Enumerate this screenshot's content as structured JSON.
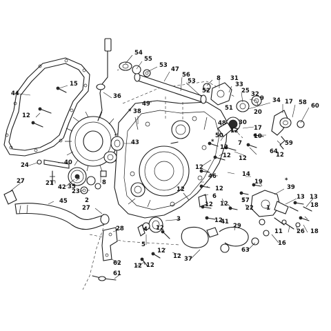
{
  "diagram": {
    "style": "exploded parts drawing",
    "line_color": "#1a1a1a",
    "background": "#ffffff",
    "callouts": [
      {
        "id": "c54",
        "label": "54"
      },
      {
        "id": "c55",
        "label": "55"
      },
      {
        "id": "c53a",
        "label": "53"
      },
      {
        "id": "c47",
        "label": "47"
      },
      {
        "id": "c56",
        "label": "56"
      },
      {
        "id": "c53b",
        "label": "53"
      },
      {
        "id": "c52",
        "label": "52"
      },
      {
        "id": "c8a",
        "label": "8"
      },
      {
        "id": "c31",
        "label": "31"
      },
      {
        "id": "c33",
        "label": "33"
      },
      {
        "id": "c51",
        "label": "51"
      },
      {
        "id": "c25",
        "label": "25"
      },
      {
        "id": "c32",
        "label": "32"
      },
      {
        "id": "c9",
        "label": "9"
      },
      {
        "id": "c34",
        "label": "34"
      },
      {
        "id": "c17a",
        "label": "17"
      },
      {
        "id": "c58",
        "label": "58"
      },
      {
        "id": "c60",
        "label": "60"
      },
      {
        "id": "c44",
        "label": "44"
      },
      {
        "id": "c15",
        "label": "15"
      },
      {
        "id": "c36",
        "label": "36"
      },
      {
        "id": "c38",
        "label": "38"
      },
      {
        "id": "c49",
        "label": "49"
      },
      {
        "id": "c12a",
        "label": "12"
      },
      {
        "id": "c30",
        "label": "30"
      },
      {
        "id": "c20",
        "label": "20"
      },
      {
        "id": "c17b",
        "label": "17"
      },
      {
        "id": "c10",
        "label": "10"
      },
      {
        "id": "c59",
        "label": "59"
      },
      {
        "id": "c48",
        "label": "48"
      },
      {
        "id": "c50",
        "label": "50"
      },
      {
        "id": "c12b",
        "label": "12"
      },
      {
        "id": "c64",
        "label": "64"
      },
      {
        "id": "c12c",
        "label": "12"
      },
      {
        "id": "c43",
        "label": "43"
      },
      {
        "id": "c24",
        "label": "24"
      },
      {
        "id": "c40",
        "label": "40"
      },
      {
        "id": "c7",
        "label": "7"
      },
      {
        "id": "c12d",
        "label": "12"
      },
      {
        "id": "c12e",
        "label": "12"
      },
      {
        "id": "c12f",
        "label": "12"
      },
      {
        "id": "c12g",
        "label": "12"
      },
      {
        "id": "c46",
        "label": "46"
      },
      {
        "id": "c14",
        "label": "14"
      },
      {
        "id": "c21",
        "label": "21"
      },
      {
        "id": "c35",
        "label": "35"
      },
      {
        "id": "c27a",
        "label": "27"
      },
      {
        "id": "c42",
        "label": "42"
      },
      {
        "id": "c23",
        "label": "23"
      },
      {
        "id": "c8b",
        "label": "8"
      },
      {
        "id": "c12h",
        "label": "12"
      },
      {
        "id": "c19",
        "label": "19"
      },
      {
        "id": "c39",
        "label": "39"
      },
      {
        "id": "c45",
        "label": "45"
      },
      {
        "id": "c2",
        "label": "2"
      },
      {
        "id": "c12i",
        "label": "12"
      },
      {
        "id": "c6",
        "label": "6"
      },
      {
        "id": "c13a",
        "label": "13"
      },
      {
        "id": "c13b",
        "label": "13"
      },
      {
        "id": "c27b",
        "label": "27"
      },
      {
        "id": "c12j",
        "label": "12"
      },
      {
        "id": "c12k",
        "label": "12"
      },
      {
        "id": "c57",
        "label": "57"
      },
      {
        "id": "c22",
        "label": "22"
      },
      {
        "id": "c18a",
        "label": "18"
      },
      {
        "id": "c3",
        "label": "3"
      },
      {
        "id": "c41",
        "label": "41"
      },
      {
        "id": "c29",
        "label": "29"
      },
      {
        "id": "c1",
        "label": "1"
      },
      {
        "id": "c26",
        "label": "26"
      },
      {
        "id": "c28",
        "label": "28"
      },
      {
        "id": "c4",
        "label": "4"
      },
      {
        "id": "c5",
        "label": "5"
      },
      {
        "id": "c11",
        "label": "11"
      },
      {
        "id": "c18b",
        "label": "18"
      },
      {
        "id": "c12l",
        "label": "12"
      },
      {
        "id": "c63",
        "label": "63"
      },
      {
        "id": "c16",
        "label": "16"
      },
      {
        "id": "c37",
        "label": "37"
      },
      {
        "id": "c12m",
        "label": "12"
      },
      {
        "id": "c12n",
        "label": "12"
      },
      {
        "id": "c62",
        "label": "62"
      },
      {
        "id": "c12o",
        "label": "12"
      },
      {
        "id": "c61",
        "label": "61"
      },
      {
        "id": "c12p",
        "label": "12"
      },
      {
        "id": "c12q",
        "label": "12"
      }
    ],
    "markers": [
      {
        "id": "m1",
        "label": "*"
      },
      {
        "id": "m2",
        "label": "*"
      },
      {
        "id": "m3",
        "label": "*"
      }
    ]
  }
}
